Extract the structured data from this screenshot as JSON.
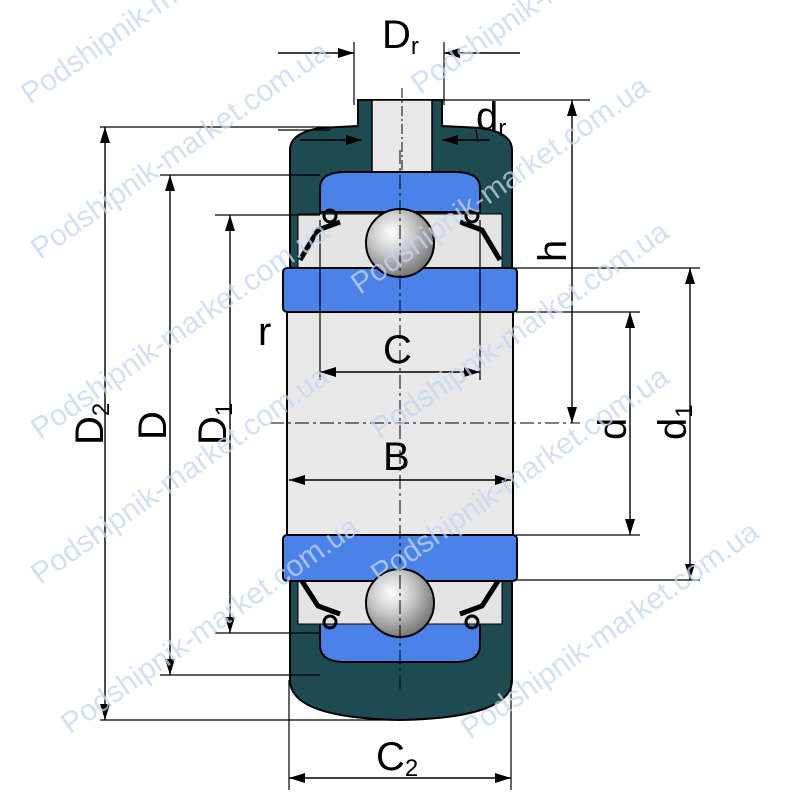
{
  "watermark": "Podshipnik-market.com.ua",
  "labels": {
    "Dr": "D",
    "Dr_sub": "r",
    "dr": "d",
    "dr_sub": "r",
    "h": "h",
    "r": "r",
    "C": "C",
    "B": "B",
    "d": "d",
    "d1": "d",
    "d1_sub": "1",
    "D2": "D",
    "D2_sub": "2",
    "D": "D",
    "D1": "D",
    "D1_sub": "1",
    "C2": "C",
    "C2_sub": "2"
  },
  "colors": {
    "housing": "#1e4a52",
    "race": "#4a82ea",
    "bore": "#e8e8e8",
    "ball": "#b8b8b8",
    "background": "#ffffff",
    "watermark": "#c4d6ef"
  }
}
